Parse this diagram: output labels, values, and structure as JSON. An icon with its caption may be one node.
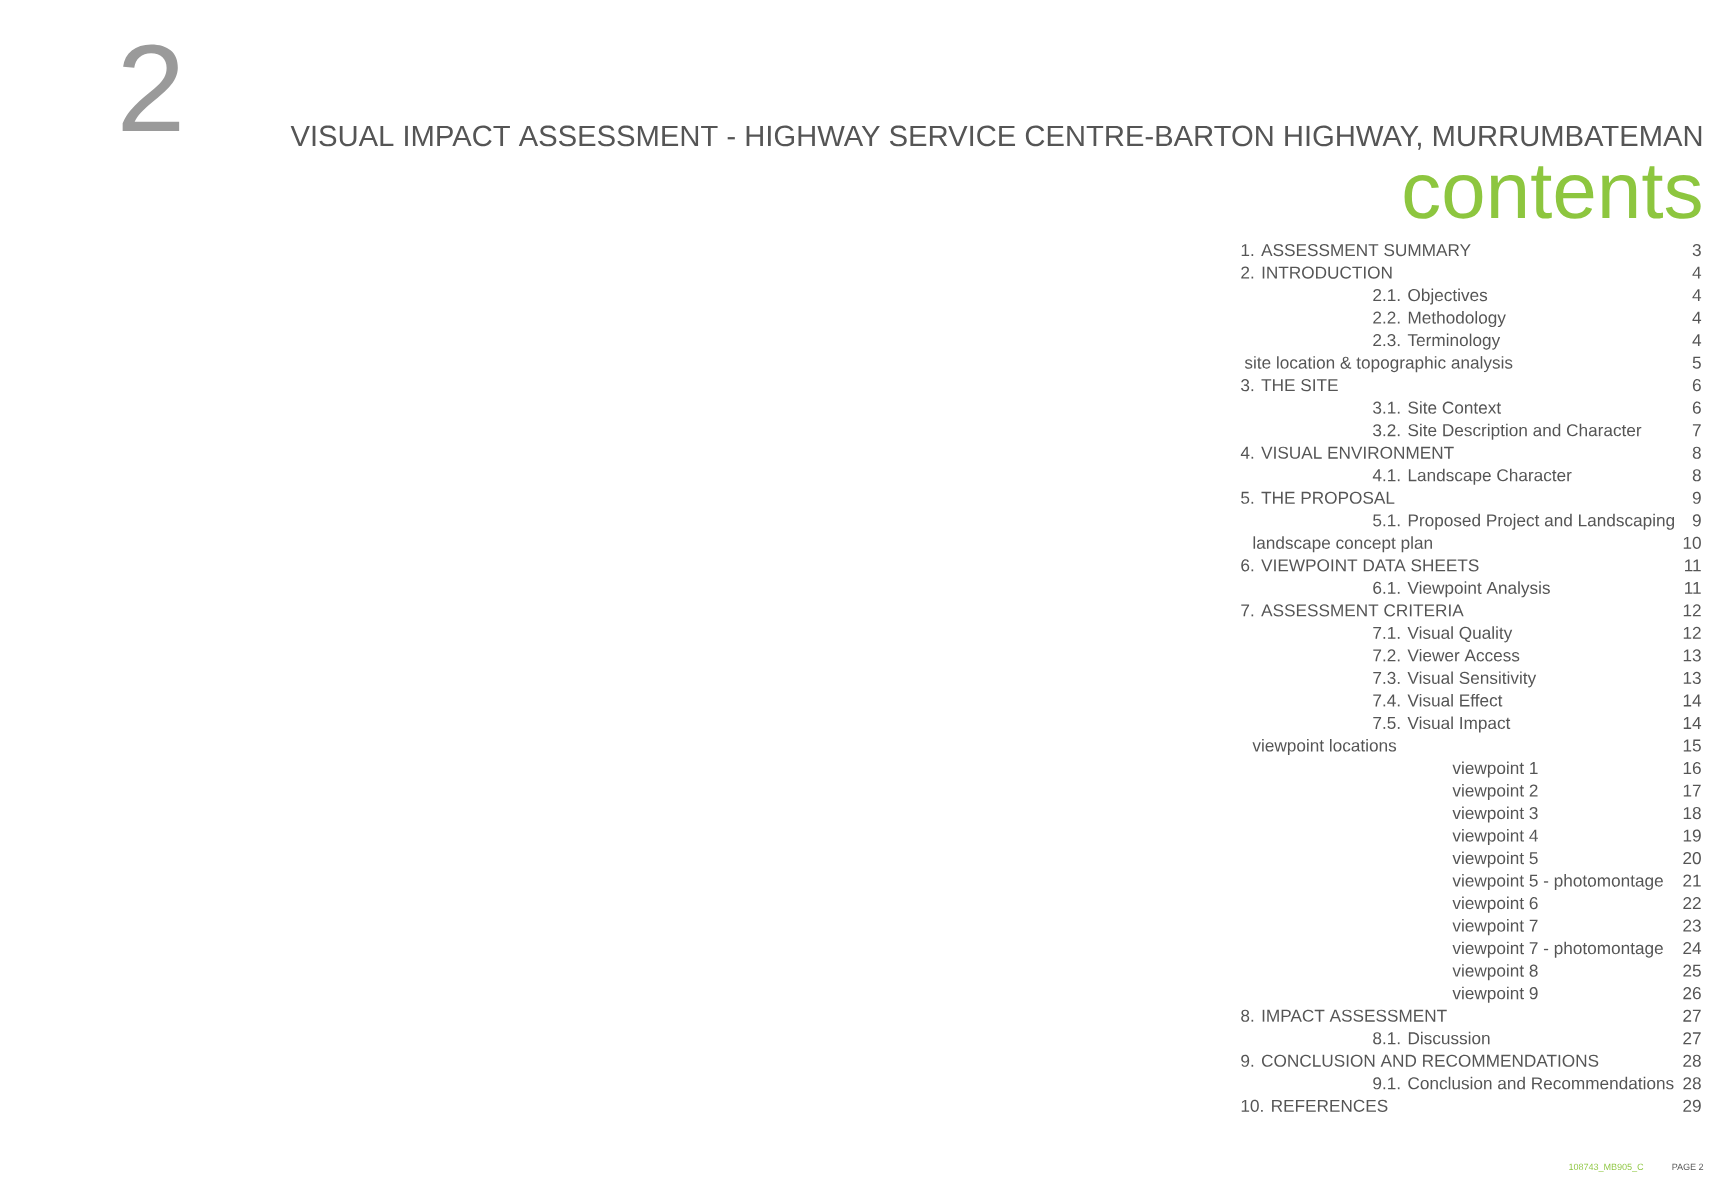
{
  "diagram": {
    "title": "VISUAL IMPACT ASSESSMENT - HIGHWAY SERVICE CENTRE-BARTON HIGHWAY, MURRUMBATEMAN",
    "labels": [
      "2",
      "contents",
      "1. ASSESSMENT SUMMARY",
      "3",
      "2. INTRODUCTION",
      "4",
      "2.1. Objectives",
      "4",
      "2.2. Methodology",
      "4",
      "2.3. Terminology",
      "4",
      "site location & topographic analysis",
      "5",
      "3. THE SITE",
      "6",
      "3.1. Site Context",
      "6",
      "3.2. Site Description and Character",
      "7",
      "4. VISUAL ENVIRONMENT",
      "8",
      "4.1. Landscape Character",
      "8",
      "5.  THE PROPOSAL",
      "9",
      "5.1. Proposed Project and Landscaping",
      "9",
      "landscape concept plan",
      "10",
      "6. VIEWPOINT DATA SHEETS",
      "11",
      "6.1. Viewpoint Analysis",
      "11",
      "7. ASSESSMENT CRITERIA",
      "12",
      "7.1. Visual Quality",
      "12",
      "7.2. Viewer Access",
      "13",
      "7.3. Visual Sensitivity",
      "13",
      "7.4. Visual Effect",
      "14",
      "7.5. Visual Impact",
      "14",
      "viewpoint locations",
      "15",
      "viewpoint 1",
      "16",
      "viewpoint 2",
      "17",
      "viewpoint 3",
      "18",
      "viewpoint 4",
      "19",
      "viewpoint 5",
      "20",
      "viewpoint 5 - photomontage",
      "21",
      "viewpoint 6",
      "22",
      "viewpoint 7",
      "23",
      "viewpoint 7 - photomontage",
      "24",
      "viewpoint 8",
      "25",
      "viewpoint 9",
      "26",
      "8. IMPACT ASSESSMENT",
      "27",
      "8.1. Discussion",
      "27",
      "9. CONCLUSION AND RECOMMENDATIONS",
      "28",
      "9.1. Conclusion and Recommendations",
      "28",
      "10. REFERENCES",
      "29",
      "108743_MB905_C",
      "PAGE 2"
    ]
  }
}
